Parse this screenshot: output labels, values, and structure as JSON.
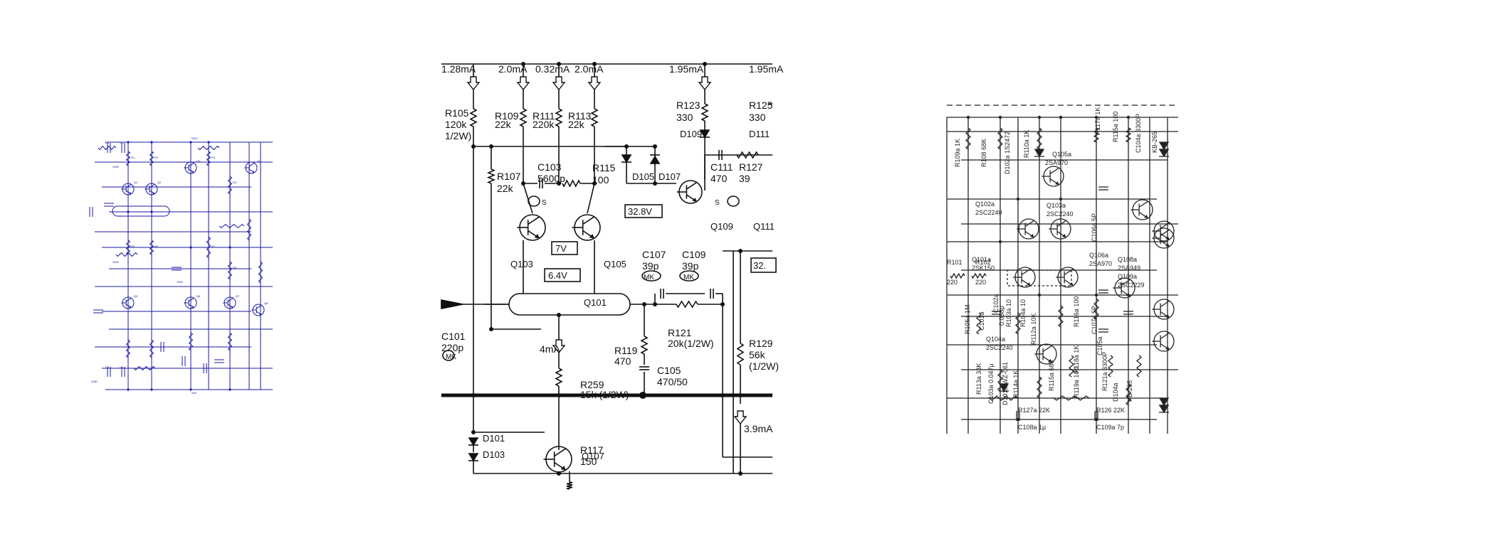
{
  "left_schematic": {
    "line_color": "#1a1aa0",
    "labels": [
      "Q1",
      "Q2",
      "Q3",
      "Q4",
      "Q5",
      "Q6",
      "Q7",
      "Q8",
      "R1",
      "R2",
      "R3",
      "R4",
      "R5",
      "R6",
      "R7",
      "R8",
      "C1",
      "C2",
      "C3",
      "C4",
      "GND",
      "GND",
      "GND",
      "GND",
      "+50V",
      "-50V"
    ]
  },
  "middle_schematic": {
    "line_color": "#111111",
    "currents": [
      "1.28mA",
      "2.0mA",
      "0.32mA",
      "2.0mA",
      "1.95mA",
      "1.95mA",
      "4mA",
      "3.9mA"
    ],
    "resistors": [
      {
        "name": "R105",
        "value": "120k",
        "extra": "1/2W)"
      },
      {
        "name": "R109",
        "value": "22k"
      },
      {
        "name": "R111",
        "value": "220k"
      },
      {
        "name": "R113",
        "value": "22k"
      },
      {
        "name": "R123",
        "value": "330"
      },
      {
        "name": "R125",
        "value": "330"
      },
      {
        "name": "R107",
        "value": "22k"
      },
      {
        "name": "R115",
        "value": "100"
      },
      {
        "name": "R127",
        "value": "39"
      },
      {
        "name": "R121",
        "value": "20k(1/2W)"
      },
      {
        "name": "R119",
        "value": "470"
      },
      {
        "name": "R129",
        "value": "56k",
        "extra": "(1/2W)"
      },
      {
        "name": "R259",
        "value": "15k (1/2W)"
      },
      {
        "name": "R117",
        "value": "150"
      }
    ],
    "capacitors": [
      {
        "name": "C103",
        "value": "5600p",
        "tag": "S"
      },
      {
        "name": "C111",
        "value": "470",
        "tag": "S"
      },
      {
        "name": "C107",
        "value": "39p",
        "tag": "MK"
      },
      {
        "name": "C109",
        "value": "39p",
        "tag": "MK"
      },
      {
        "name": "C105",
        "value": "470/50"
      },
      {
        "name": "C101",
        "value": "220p",
        "tag": "MK"
      }
    ],
    "transistors": [
      "Q101",
      "Q103",
      "Q105",
      "Q107",
      "Q109",
      "Q111"
    ],
    "diodes": [
      "D101",
      "D103",
      "D105",
      "D107",
      "D109",
      "D111"
    ],
    "voltages": [
      "32.8V",
      "7V",
      "6.4V",
      "32."
    ]
  },
  "right_schematic": {
    "line_color": "#222222",
    "labels": [
      "R109a 1K",
      "R108 68K",
      "D102a 1S2472",
      "R110a 1K",
      "R117a 1K",
      "R115a 100",
      "C104a 3300P",
      "KB-265",
      "Q105a",
      "2SA970",
      "Q102a",
      "2SC2240",
      "Q103a",
      "2SC2240",
      "C106a 5P",
      "Q101a",
      "2SK150",
      "Q106a",
      "2SA970",
      "Q108a",
      "2SA949",
      "Q109a",
      "2SC2229",
      "R101",
      "220",
      "R102",
      "220",
      "R105a 1M",
      "C101a",
      "C102a",
      "R103a 10",
      "R104a 10",
      "R112a 10K",
      "0.068μ",
      "R116a 100",
      "C107a 5P",
      "Q104a",
      "2SC2240",
      "R113a 33K",
      "C103a 0.047μ",
      "D101a WZ-061",
      "R114a 1K",
      "R115a 680",
      "R118a 1K",
      "C105a",
      "R119a 100",
      "R121a 3300P",
      "D104a",
      "KB-265",
      "R127a 22K",
      "R126 22K",
      "C108a 1μ",
      "C109a 7p"
    ]
  }
}
